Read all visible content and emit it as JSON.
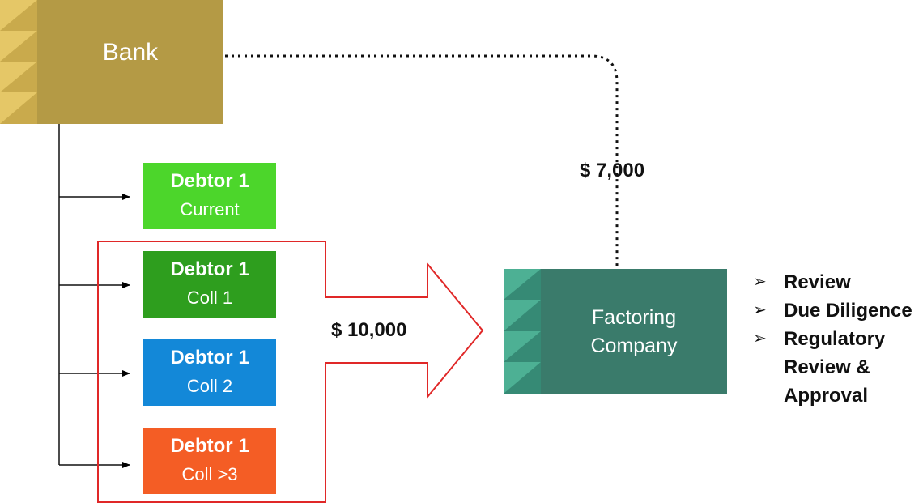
{
  "bank": {
    "label": "Bank",
    "color": "#b49a45",
    "accent": "#e1c25b"
  },
  "debtors": [
    {
      "title": "Debtor 1",
      "status": "Current",
      "color": "#4cd62b"
    },
    {
      "title": "Debtor 1",
      "status": "Coll 1",
      "color": "#2e9e1e"
    },
    {
      "title": "Debtor 1",
      "status": "Coll 2",
      "color": "#1388d8"
    },
    {
      "title": "Debtor 1",
      "status": "Coll >3",
      "color": "#f45d25"
    }
  ],
  "factoring": {
    "line1": "Factoring",
    "line2": "Company",
    "color": "#3a7b6b",
    "accent": "#4aa18a"
  },
  "flows": {
    "transfer_amount": "$ 10,000",
    "payment_amount": "$ 7,000"
  },
  "group_outline_color": "#e02828",
  "process_steps": [
    {
      "bullet": "➢",
      "text": "Review"
    },
    {
      "bullet": "➢",
      "text": "Due Diligence"
    },
    {
      "bullet": "➢",
      "text": "Regulatory Review & Approval"
    }
  ]
}
